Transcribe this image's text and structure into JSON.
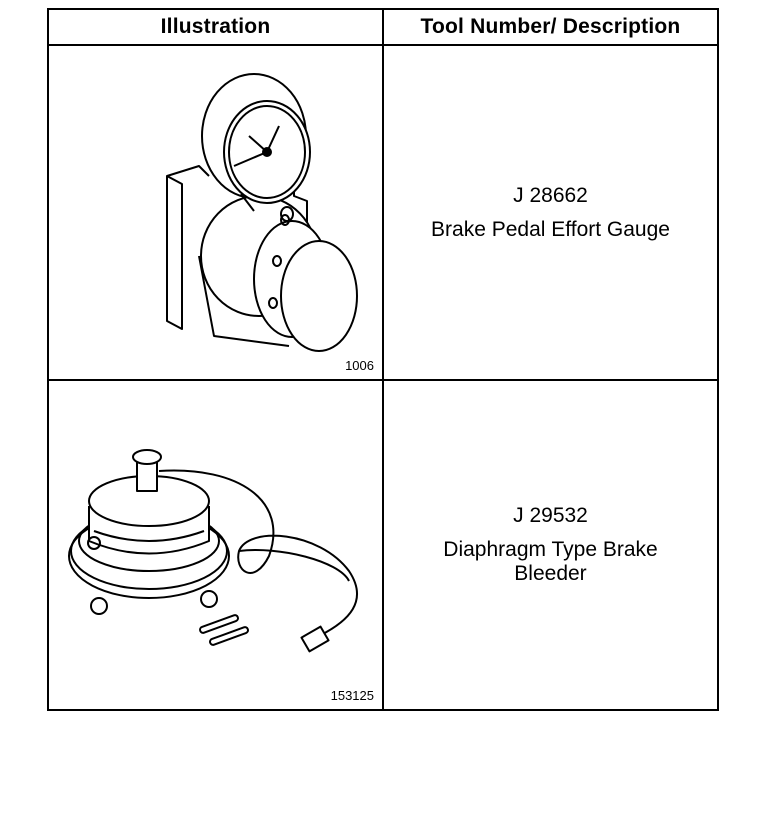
{
  "table": {
    "headers": {
      "illustration": "Illustration",
      "description": "Tool Number/ Description"
    },
    "rows": [
      {
        "figure_id": "1006",
        "tool_number": "J 28662",
        "description": "Brake Pedal Effort Gauge",
        "illustration_icon": "brake-pedal-effort-gauge-illustration"
      },
      {
        "figure_id": "153125",
        "tool_number": "J 29532",
        "description": "Diaphragm Type Brake Bleeder",
        "illustration_icon": "diaphragm-brake-bleeder-illustration"
      }
    ]
  }
}
